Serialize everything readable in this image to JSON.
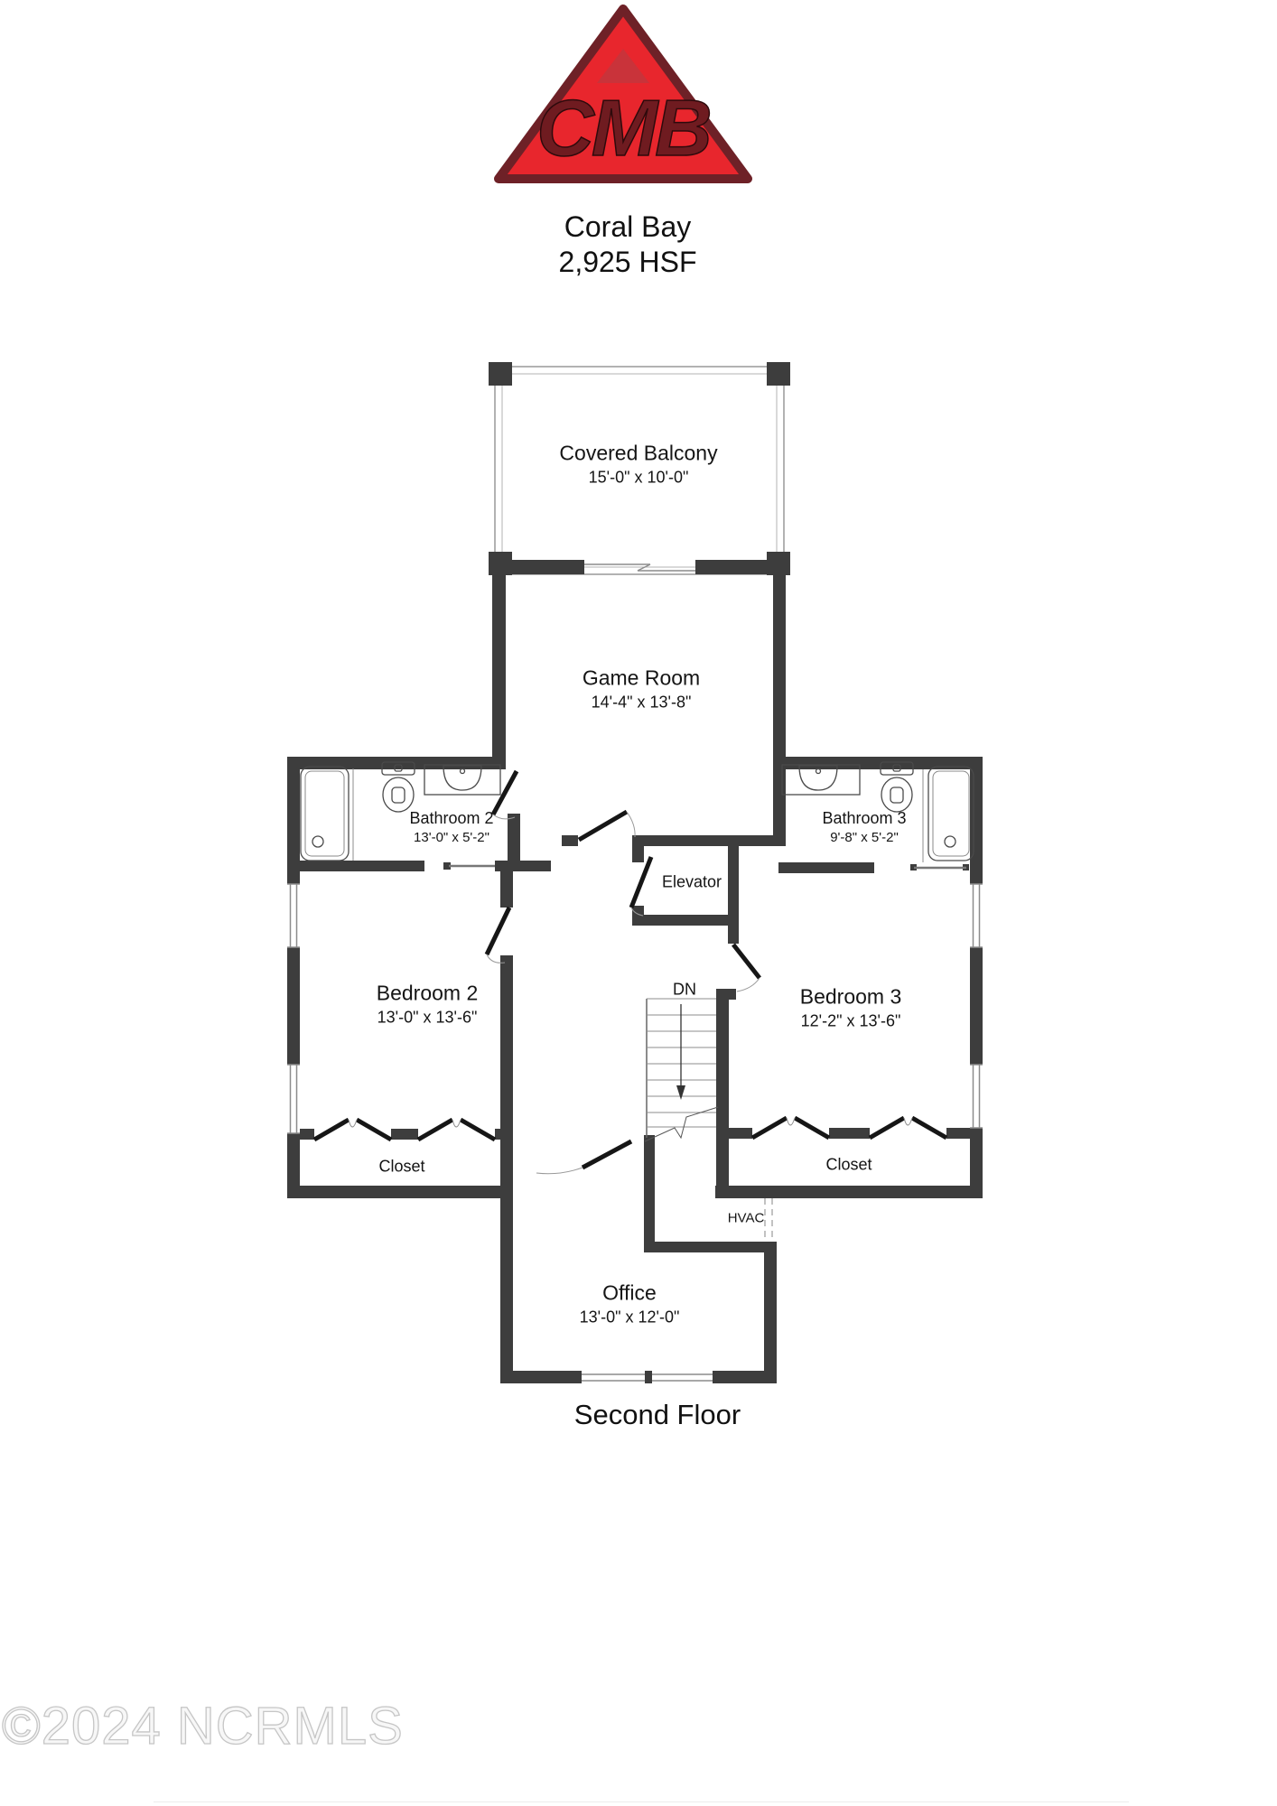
{
  "logo": {
    "letters": "CMB"
  },
  "header": {
    "title": "Coral Bay",
    "area": "2,925 HSF"
  },
  "footer": {
    "floor_label": "Second Floor",
    "watermark": "©2024 NCRMLS"
  },
  "rooms": {
    "covered_balcony": {
      "name": "Covered Balcony",
      "dims": "15'-0\" x 10'-0\""
    },
    "game_room": {
      "name": "Game Room",
      "dims": "14'-4\" x 13'-8\""
    },
    "bathroom2": {
      "name": "Bathroom 2",
      "dims": "13'-0\" x 5'-2\""
    },
    "bathroom3": {
      "name": "Bathroom 3",
      "dims": "9'-8\" x 5'-2\""
    },
    "elevator": {
      "name": "Elevator"
    },
    "bedroom2": {
      "name": "Bedroom 2",
      "dims": "13'-0\" x 13'-6\""
    },
    "bedroom3": {
      "name": "Bedroom 3",
      "dims": "12'-2\" x 13'-6\""
    },
    "closet_left": {
      "name": "Closet"
    },
    "closet_right": {
      "name": "Closet"
    },
    "office": {
      "name": "Office",
      "dims": "13'-0\" x 12'-0\""
    },
    "hvac": {
      "name": "HVAC"
    },
    "stairs": {
      "direction_label": "DN"
    }
  },
  "colors": {
    "wall": "#3d3d3d",
    "logo_fill": "#e8262d",
    "logo_border": "#6e2127",
    "logo_letters": "#6f1b20"
  }
}
